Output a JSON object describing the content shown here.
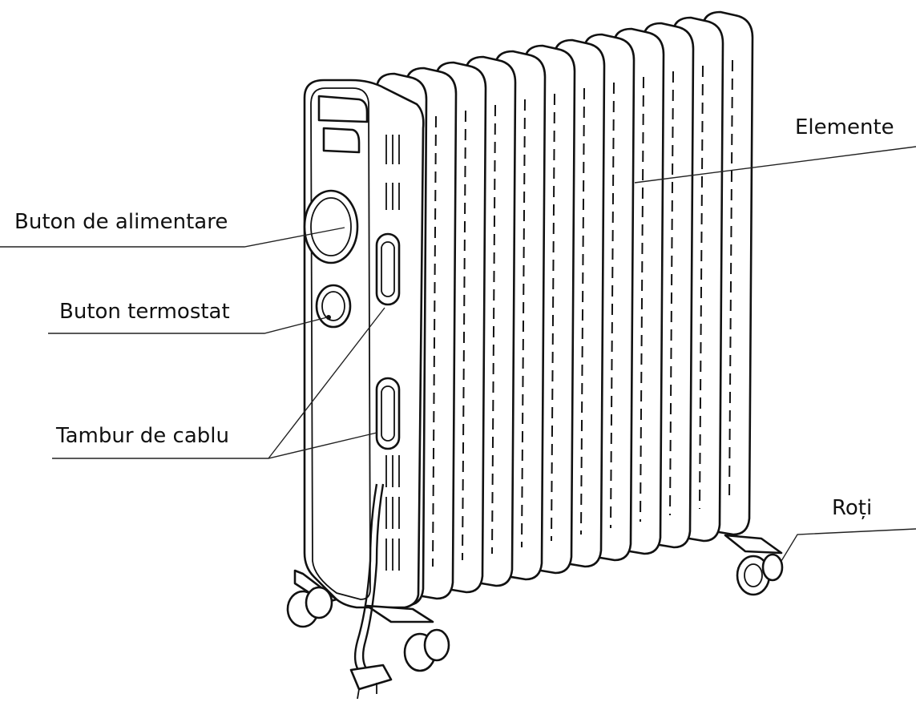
{
  "diagram": {
    "labels": {
      "power_button": "Buton de alimentare",
      "thermostat_button": "Buton termostat",
      "cable_drum": "Tambur de cablu",
      "elements": "Elemente",
      "wheels": "Roți"
    },
    "fin_count": 12
  }
}
